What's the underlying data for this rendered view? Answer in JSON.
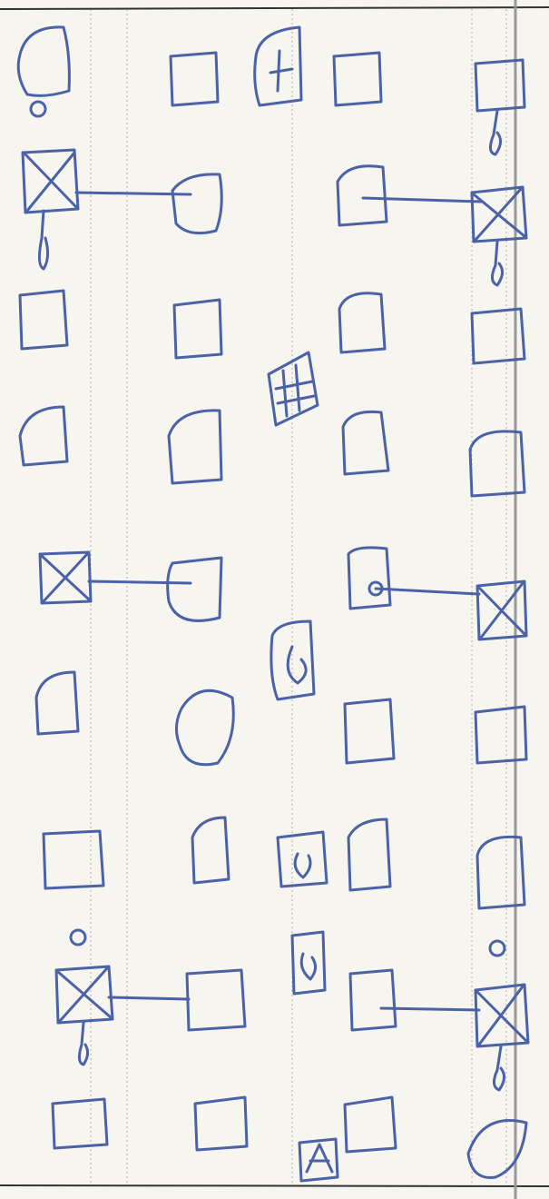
{
  "sheet": {
    "ink_color": "#4b63a6",
    "paper_color": "#f7f5f0",
    "rule_color": "#777777",
    "frame_color": "#333333"
  },
  "marks": {
    "column_1": [
      "open-square",
      "crossed-square",
      "open-square",
      "open-square",
      "crossed-square",
      "open-square",
      "open-square",
      "crossed-square",
      "open-square"
    ],
    "column_2": [
      "open-square",
      "open-square",
      "open-square",
      "open-square",
      "open-square",
      "open-square",
      "open-square",
      "open-square",
      "open-square"
    ],
    "column_3": [
      "glyph-square",
      "glyph-square",
      "glyph-square",
      "glyph-square",
      "glyph-square",
      "glyph-square"
    ],
    "column_4": [
      "open-square",
      "open-square",
      "open-square",
      "open-square",
      "open-square",
      "open-square",
      "open-square",
      "open-square",
      "open-square"
    ],
    "column_5": [
      "open-square",
      "crossed-square",
      "open-square",
      "open-square",
      "crossed-square",
      "open-square",
      "open-square",
      "crossed-square",
      "open-square"
    ]
  }
}
